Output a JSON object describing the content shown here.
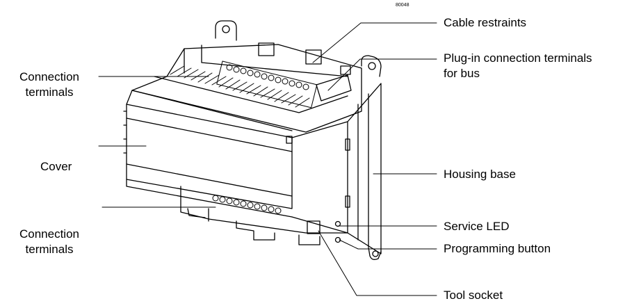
{
  "figure": {
    "reference_number": "80048",
    "labels": {
      "connection_terminals_top": [
        "Connection",
        "terminals"
      ],
      "cover": "Cover",
      "connection_terminals_bottom": [
        "Connection",
        "terminals"
      ],
      "cable_restraints": "Cable restraints",
      "plugin_terminals": [
        "Plug-in connection terminals",
        "for bus"
      ],
      "housing_base": "Housing base",
      "service_led": "Service LED",
      "programming_button": "Programming button",
      "tool_socket": "Tool socket"
    }
  }
}
